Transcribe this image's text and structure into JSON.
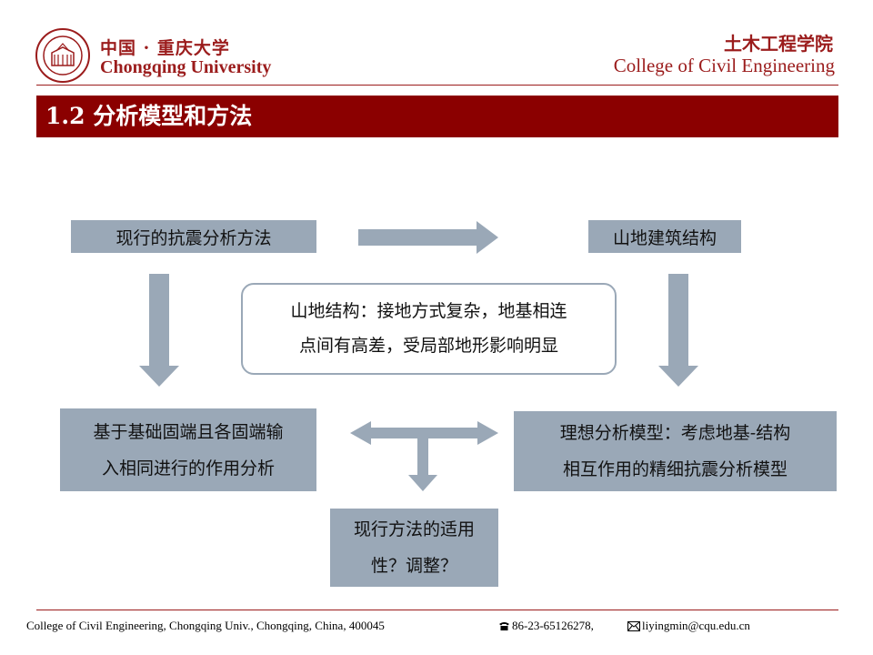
{
  "header": {
    "university_cn": "中国 · 重庆大学",
    "university_en": "Chongqing University",
    "college_cn": "土木工程学院",
    "college_en": "College of Civil Engineering"
  },
  "title": "1.2 分析模型和方法",
  "diagram": {
    "current_method": "现行的抗震分析方法",
    "mountain_structure": "山地建筑结构",
    "note_line1": "山地结构：接地方式复杂，地基相连",
    "note_line2": "点间有高差，受局部地形影响明显",
    "fixed_line1": "基于基础固端且各固端输",
    "fixed_line2": "入相同进行的作用分析",
    "ideal_line1": "理想分析模型：考虑地基-结构",
    "ideal_line2": "相互作用的精细抗震分析模型",
    "question_line1": "现行方法的适用",
    "question_line2": "性？调整？"
  },
  "footer": {
    "address": "College of Civil Engineering, Chongqing Univ., Chongqing, China, 400045",
    "phone": "86-23-65126278,",
    "email": "liyingmin@cqu.edu.cn"
  },
  "colors": {
    "brand": "#9b1c1c",
    "title_bar": "#8b0000",
    "box_fill": "#9aa8b7"
  }
}
